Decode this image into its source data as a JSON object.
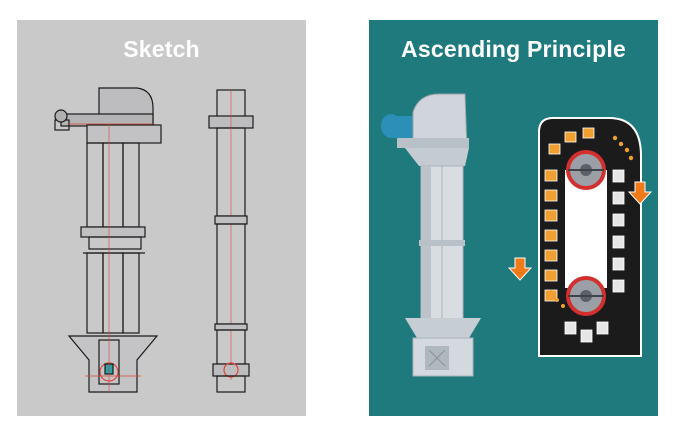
{
  "panels": [
    {
      "title": "Sketch",
      "background": "#c9c9ca"
    },
    {
      "title": "Ascending Principle",
      "background": "#1f7a7e"
    }
  ],
  "colors": {
    "drawing_line": "#1a1a1a",
    "drawing_accent": "#e0453a",
    "machine_body": "#d8dde2",
    "motor": "#2c8fb8",
    "cutaway_bg": "#1b1b1b",
    "bucket": "#f0a030",
    "pulley_ring": "#d32f2f",
    "arrow": "#f07a1a"
  },
  "icons": {
    "front_view": "elevator-front-view-drawing",
    "side_view": "elevator-side-view-drawing",
    "machine": "bucket-elevator-render",
    "cutaway": "bucket-belt-cutaway",
    "arrow_in": "down-arrow-icon",
    "arrow_out": "down-arrow-icon"
  }
}
